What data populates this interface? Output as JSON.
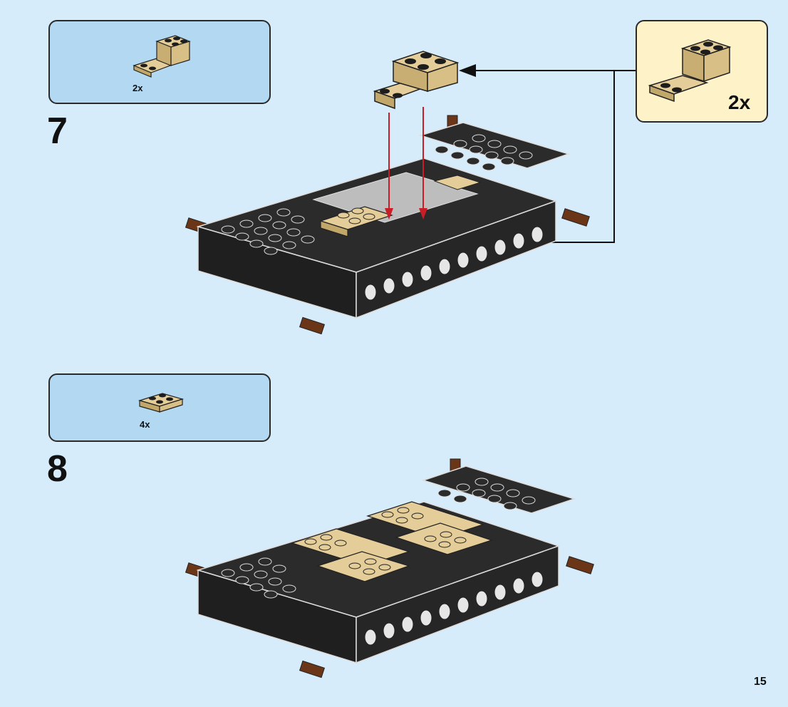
{
  "steps": [
    {
      "number": "7",
      "parts": [
        {
          "part": "tan-bracket-piece",
          "qty": "2x"
        }
      ],
      "callout_qty": "2x"
    },
    {
      "number": "8",
      "parts": [
        {
          "part": "tan-plate-piece",
          "qty": "4x"
        }
      ]
    }
  ],
  "page": {
    "number": "15"
  },
  "colors": {
    "background": "#d6ecfb",
    "parts_box": "#b3d8f2",
    "callout_box": "#fdf2c8",
    "brick_black": "#2b2b2b",
    "brick_tan": "#e4cd98",
    "axle_brown": "#6b3518",
    "arrow_red": "#c81e28"
  }
}
